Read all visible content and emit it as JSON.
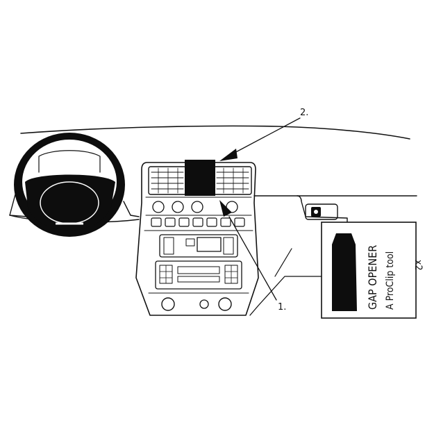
{
  "callouts": {
    "one": "1.",
    "two": "2."
  },
  "tool_box": {
    "line1": "GAP OPENER",
    "line2": "A ProClip tool",
    "quantity": "x2"
  },
  "colors": {
    "ink": "#111111",
    "fill_black": "#0d0d0d",
    "background": "#ffffff"
  },
  "icons": {
    "steering_wheel": "steering-wheel-icon",
    "mount_bracket": "mount-bracket-icon",
    "gap_opener": "gap-opener-tool-icon"
  }
}
